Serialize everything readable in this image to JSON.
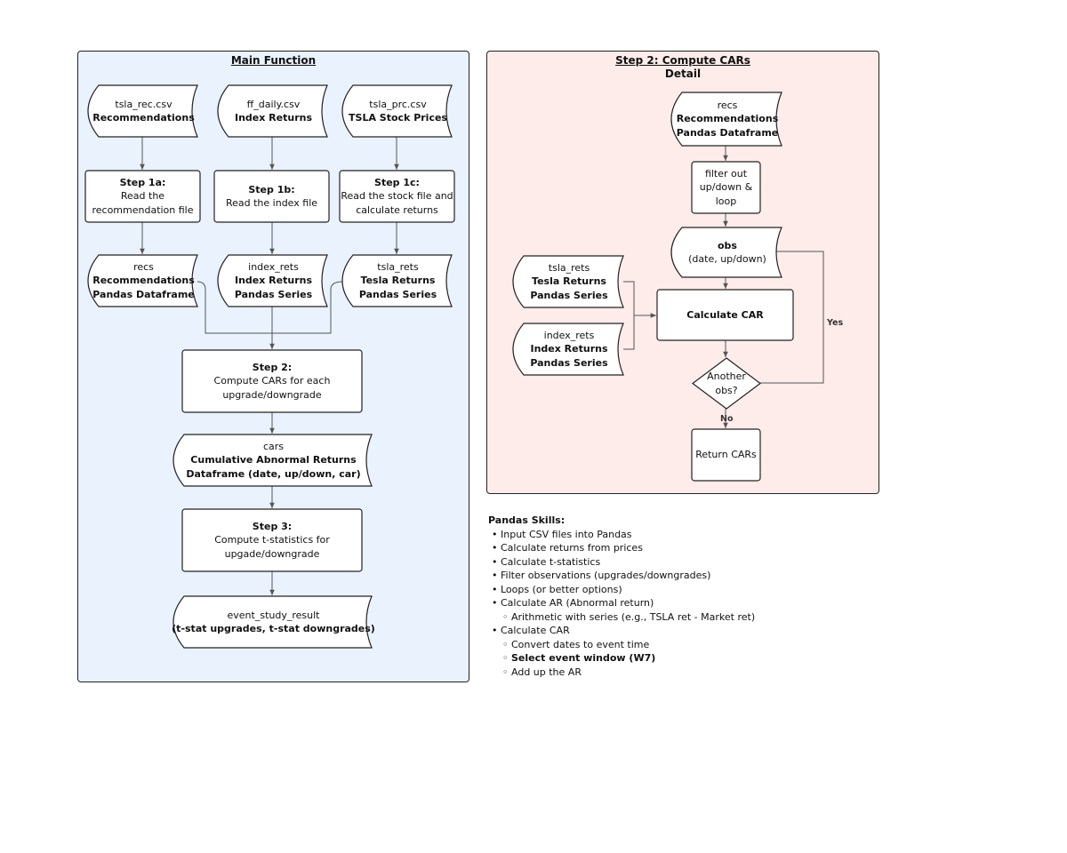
{
  "main_panel": {
    "title": "Main Function",
    "nodes": {
      "tsla_rec_csv": [
        "tsla_rec.csv",
        "Recommendations"
      ],
      "ff_daily_csv": [
        "ff_daily.csv",
        "Index Returns"
      ],
      "tsla_prc_csv": [
        "tsla_prc.csv",
        "TSLA Stock Prices"
      ],
      "step_1a": [
        "Step 1a:",
        "Read the",
        "recommendation file"
      ],
      "step_1b": [
        "Step 1b:",
        "Read the index file"
      ],
      "step_1c": [
        "Step 1c:",
        "Read the stock file and",
        "calculate returns"
      ],
      "recs": [
        "recs",
        "Recommendations",
        "Pandas Dataframe"
      ],
      "index_rets": [
        "index_rets",
        "Index Returns",
        "Pandas Series"
      ],
      "tsla_rets": [
        "tsla_rets",
        "Tesla Returns",
        "Pandas Series"
      ],
      "step_2": [
        "Step 2:",
        "Compute CARs for each",
        "upgrade/downgrade"
      ],
      "cars": [
        "cars",
        "Cumulative Abnormal Returns",
        "Dataframe (date, up/down, car)"
      ],
      "step_3": [
        "Step 3:",
        "Compute t-statistics for",
        "upgade/downgrade"
      ],
      "event_study_result": [
        "event_study_result",
        "(t-stat upgrades, t-stat downgrades)"
      ]
    }
  },
  "detail_panel": {
    "title": "Step 2: Compute CARs",
    "subtitle": "Detail",
    "nodes": {
      "recs": [
        "recs",
        "Recommendations",
        "Pandas Dataframe"
      ],
      "filter": [
        "filter out",
        "up/down &",
        "loop"
      ],
      "obs": [
        "obs",
        "(date, up/down)"
      ],
      "tsla_rets": [
        "tsla_rets",
        "Tesla Returns",
        "Pandas Series"
      ],
      "index_rets": [
        "index_rets",
        "Index Returns",
        "Pandas Series"
      ],
      "calc_car": [
        "Calculate CAR"
      ],
      "another_obs": [
        "Another",
        "obs?"
      ],
      "return_cars": [
        "Return CARs"
      ]
    },
    "edge_labels": {
      "yes": "Yes",
      "no": "No"
    }
  },
  "skills": {
    "heading": "Pandas Skills:",
    "items": [
      {
        "text": "Input CSV files into Pandas",
        "level": 1,
        "bold": false
      },
      {
        "text": "Calculate returns from prices",
        "level": 1,
        "bold": false
      },
      {
        "text": "Calculate t-statistics",
        "level": 1,
        "bold": false
      },
      {
        "text": "Filter observations (upgrades/downgrades)",
        "level": 1,
        "bold": false
      },
      {
        "text": "Loops (or better options)",
        "level": 1,
        "bold": false
      },
      {
        "text": "Calculate AR (Abnormal return)",
        "level": 1,
        "bold": false
      },
      {
        "text": "Arithmetic with series (e.g., TSLA ret - Market ret)",
        "level": 2,
        "bold": false
      },
      {
        "text": "Calculate CAR",
        "level": 1,
        "bold": false
      },
      {
        "text": "Convert dates to event time",
        "level": 2,
        "bold": false
      },
      {
        "text": "Select event window (W7)",
        "level": 2,
        "bold": true
      },
      {
        "text": "Add up the AR",
        "level": 2,
        "bold": false
      }
    ]
  },
  "colors": {
    "main_panel_bg": "#e9f2fd",
    "detail_panel_bg": "#fdecea",
    "stroke": "#222222",
    "edge": "#555555"
  }
}
